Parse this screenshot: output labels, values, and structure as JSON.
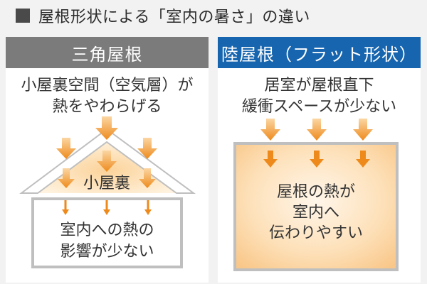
{
  "title": "屋根形状による「室内の暑さ」の違い",
  "left_panel": {
    "header": "三角屋根",
    "caption_line1": "小屋裏空間（空気層）が",
    "caption_line2": "熱をやわらげる",
    "attic_label": "小屋裏",
    "room_line1": "室内への熱の",
    "room_line2": "影響が少ない"
  },
  "right_panel": {
    "header": "陸屋根（フラット形状）",
    "caption_line1": "居室が屋根直下",
    "caption_line2": "緩衝スペースが少ない",
    "room_line1": "屋根の熱が",
    "room_line2": "室内へ",
    "room_line3": "伝わりやすい"
  },
  "colors": {
    "background": "#f2f2f2",
    "left_header": "#7b7b7b",
    "right_header": "#1765ae",
    "arrow": "#f08c1e",
    "heat": "#fbd39a",
    "house_outline": "#bfbfbf"
  }
}
